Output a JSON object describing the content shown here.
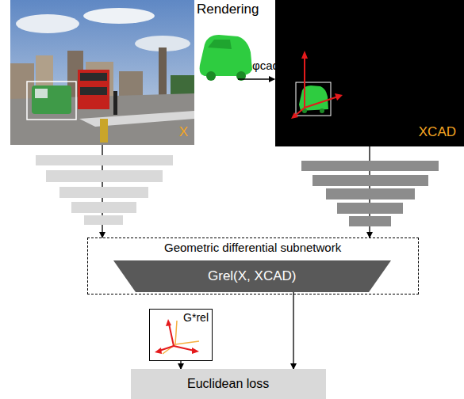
{
  "diagram": {
    "nodes": [
      {
        "text": [
          "X"
        ]
      },
      {
        "text": [
          "XCAD"
        ]
      },
      {
        "text": [
          "Geometric differential subnetwork"
        ]
      },
      {
        "text": [
          "Grel(X, XCAD)"
        ],
        "in": 2
      },
      {
        "text": [
          "G*rel"
        ]
      },
      {
        "text": [
          "Euclidean loss"
        ]
      }
    ],
    "edges": [
      {
        "from": 0,
        "to": 2,
        "arrow": "to"
      },
      {
        "from": 1,
        "to": 2,
        "arrow": "to"
      },
      {
        "from": 3,
        "to": 5,
        "arrow": "to"
      },
      {
        "from": 4,
        "to": 5,
        "arrow": "to"
      }
    ],
    "labels": [
      "Rendering",
      "φcad"
    ]
  }
}
